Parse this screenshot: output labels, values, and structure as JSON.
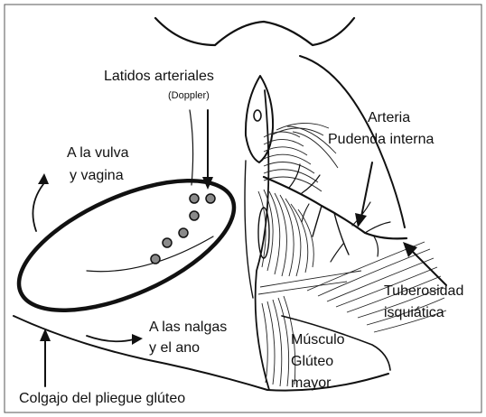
{
  "labels": {
    "doppler_title": "Latidos arteriales",
    "doppler_sub": "(Doppler)",
    "vulva_line1": "A la vulva",
    "vulva_line2": "y vagina",
    "artery_line1": "Arteria",
    "artery_line2": "Pudenda interna",
    "buttocks_line1": "A las nalgas",
    "buttocks_line2": "y el ano",
    "tuberosity_line1": "Tuberosidad",
    "tuberosity_line2": "isquiática",
    "muscle_line1": "Músculo",
    "muscle_line2": "Glúteo",
    "muscle_line3": "mayor",
    "flap": "Colgajo del pliegue glúteo"
  },
  "colors": {
    "ink": "#111111",
    "dot_fill": "#8a8a8a",
    "background": "#ffffff"
  }
}
